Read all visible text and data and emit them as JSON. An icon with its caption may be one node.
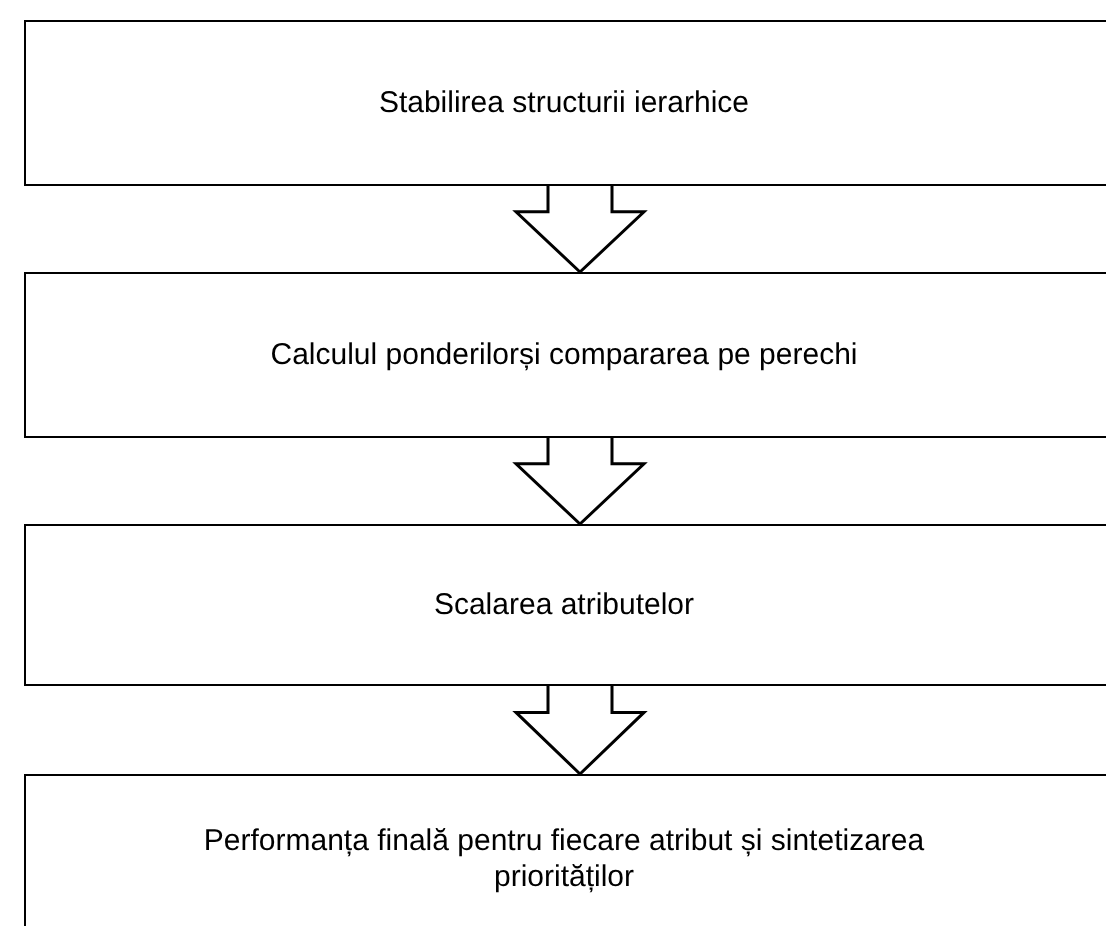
{
  "diagram": {
    "nodes": [
      {
        "text": [
          "Stabilirea structurii ierarhice"
        ]
      },
      {
        "text": [
          "Calculul ponderilorși compararea pe perechi"
        ]
      },
      {
        "text": [
          "Scalarea atributelor"
        ]
      },
      {
        "text": [
          "Performanța finală pentru fiecare atribut și sintetizarea priorităților"
        ]
      }
    ],
    "edges": [
      {
        "from": 0,
        "to": 1,
        "arrow": "to"
      },
      {
        "from": 1,
        "to": 2,
        "arrow": "to"
      },
      {
        "from": 2,
        "to": 3,
        "arrow": "to"
      }
    ]
  }
}
